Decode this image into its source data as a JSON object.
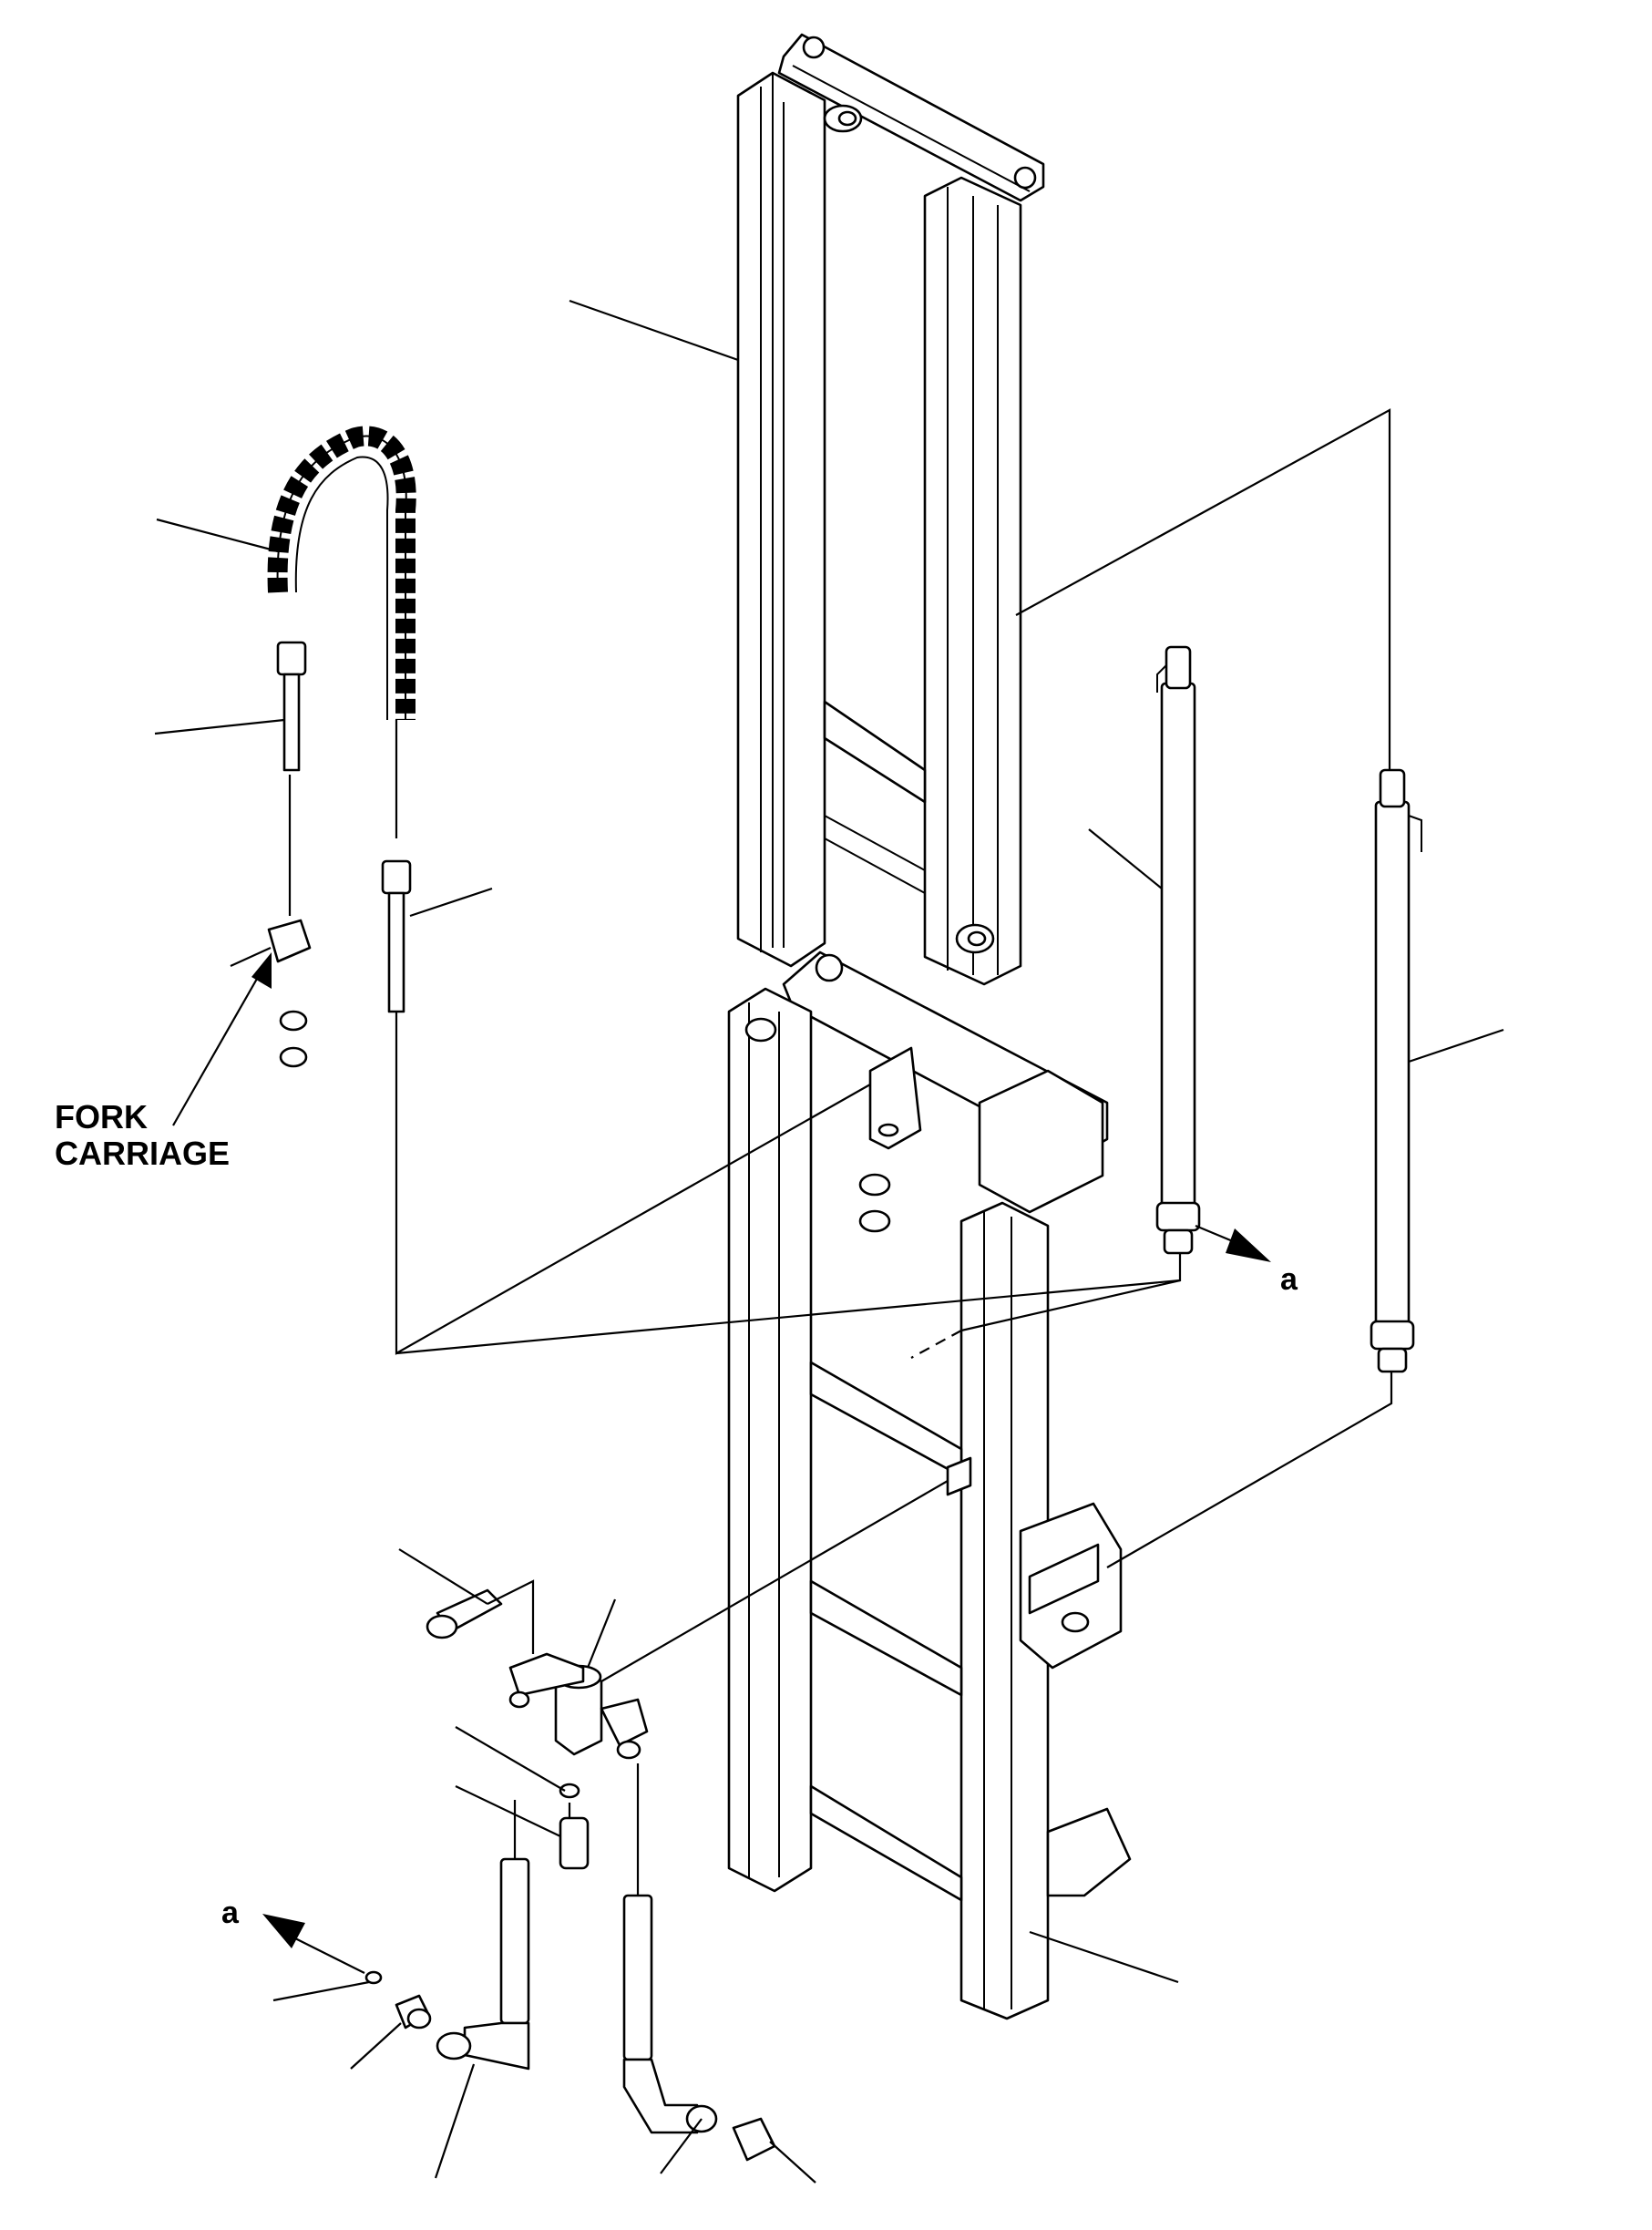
{
  "labels": {
    "fork_carriage": [
      "FORK",
      "CARRIAGE"
    ],
    "reference_a": "a"
  },
  "colors": {
    "ink": "#000000",
    "paper": "#ffffff"
  },
  "icons": [
    "arrow-icon",
    "chain-icon",
    "bolt-icon",
    "nut-icon",
    "hose-icon"
  ]
}
